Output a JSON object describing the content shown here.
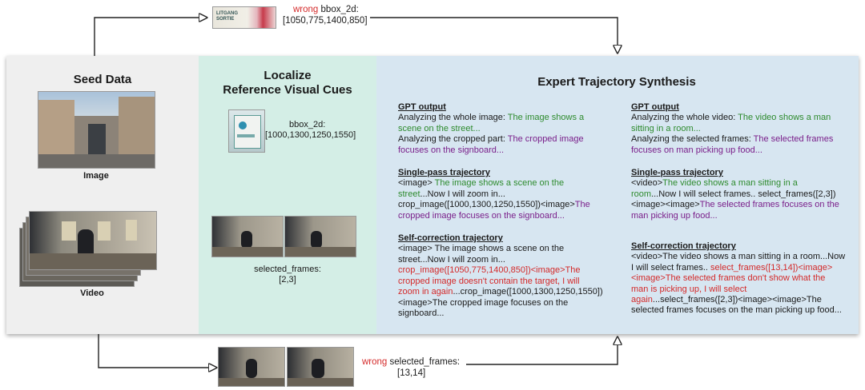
{
  "top_wrong": {
    "wrong": "wrong",
    "label": "bbox_2d:",
    "value": "[1050,775,1400,850]",
    "crop_text": "LITGANG SORTIE"
  },
  "seed": {
    "title": "Seed Data",
    "image_label": "Image",
    "video_label": "Video"
  },
  "localize": {
    "title_line1": "Localize",
    "title_line2": "Reference Visual Cues",
    "bbox_label": "bbox_2d:",
    "bbox_value": "[1000,1300,1250,1550]",
    "frames_label": "selected_frames:",
    "frames_value": "[2,3]"
  },
  "synth": {
    "title": "Expert Trajectory Synthesis"
  },
  "image_col": {
    "gpt_heading": "GPT output",
    "gpt_l1a": "Analyzing the whole image: ",
    "gpt_l1b": "The image shows a",
    "gpt_l2": "scene on the street...",
    "gpt_l3a": "Analyzing the cropped part: ",
    "gpt_l3b": "The cropped image",
    "gpt_l4": "focuses on the signboard...",
    "single_heading": "Single-pass trajectory",
    "s_l1a": "<image> ",
    "s_l1b": "The image shows a scene on the",
    "s_l2a": "street",
    "s_l2b": "...Now I will zoom in...",
    "s_l3a": "crop_image([1000,1300,1250,1550])<image>",
    "s_l3b": "The",
    "s_l4": "cropped image focuses on the signboard...",
    "self_heading": "Self-correction trajectory",
    "c_l1": "<image> The image shows a scene on the",
    "c_l2": "street...Now I will zoom in...",
    "c_l3": "crop_image([1050,775,1400,850])<image>The",
    "c_l4": "cropped image doesn't contain the target, I will",
    "c_l5a": "zoom in again",
    "c_l5b": "...crop_image([1000,1300,1250,1550])",
    "c_l6": "<image>The cropped image focuses on the",
    "c_l7": "signboard..."
  },
  "video_col": {
    "gpt_heading": "GPT output",
    "gpt_l1a": "Analyzing the whole video: ",
    "gpt_l1b": "The video shows a man",
    "gpt_l2": "sitting in a room...",
    "gpt_l3a": "Analyzing the selected frames: ",
    "gpt_l3b": "The selected frames",
    "gpt_l4": "focuses on man picking up food...",
    "single_heading": "Single-pass trajectory",
    "s_l1a": "<video>",
    "s_l1b": "The video shows a man sitting in a",
    "s_l2a": "room",
    "s_l2b": "...Now I will select frames.. select_frames([2,3])",
    "s_l3a": "<image><image>",
    "s_l3b": "The selected frames focuses on the",
    "s_l4": "man picking up food...",
    "self_heading": "Self-correction trajectory",
    "c_l1a": "<video>The video shows a man sitting in a room...Now",
    "c_l2a": "I will select frames.. ",
    "c_l2b": "select_frames([13,14])<image>",
    "c_l3": "<image>The selected frames don't show what the",
    "c_l4": "man is picking up, I will select",
    "c_l5a": "again",
    "c_l5b": "...select_frames([2,3])<image><image>The",
    "c_l6": "selected frames focuses on the man picking up food..."
  },
  "bottom_wrong": {
    "wrong": "wrong",
    "label": "selected_frames:",
    "value": "[13,14]"
  },
  "colors": {
    "green": "#2e8b2e",
    "purple": "#7a1f8a",
    "red": "#d42a2a",
    "panel_gray": "#efefef",
    "panel_teal": "#d4eee6",
    "panel_blue": "#d7e6f1"
  }
}
